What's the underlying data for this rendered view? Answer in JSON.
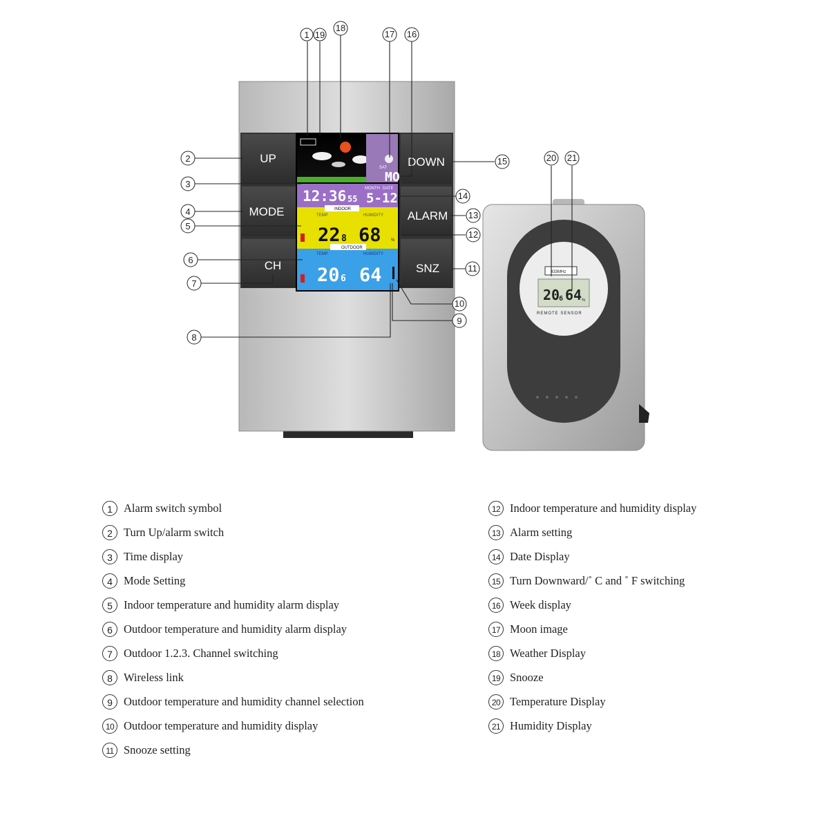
{
  "device": {
    "buttons": {
      "up": "UP",
      "mode": "MODE",
      "ch": "CH",
      "down": "DOWN",
      "alarm": "ALARM",
      "snz": "SNZ"
    },
    "screen": {
      "day": "SAT",
      "week_day": "MO",
      "time_main": "12:36",
      "time_sec": "55",
      "month_label": "MONTH",
      "date_label": "DATE",
      "date": "5-12",
      "indoor_label": "INDOOR",
      "outdoor_label": "OUTDOOR",
      "temp_label": "TEMP",
      "humidity_label": "HUMIDITY",
      "indoor_temp": "22",
      "indoor_temp_dec": "8",
      "indoor_humidity": "68",
      "percent": "%",
      "outdoor_temp": "20",
      "outdoor_temp_dec": "6",
      "outdoor_humidity": "64"
    }
  },
  "sensor": {
    "frequency": "433MHz",
    "temp": "20",
    "temp_dec": "6",
    "humidity": "64",
    "percent": "%",
    "label": "REMOTE SENSOR"
  },
  "callouts": [
    "1",
    "2",
    "3",
    "4",
    "5",
    "6",
    "7",
    "8",
    "9",
    "10",
    "11",
    "12",
    "13",
    "14",
    "15",
    "16",
    "17",
    "18",
    "19",
    "20",
    "21"
  ],
  "legend": [
    {
      "num": "1",
      "text": "Alarm switch symbol"
    },
    {
      "num": "2",
      "text": "Turn Up/alarm switch"
    },
    {
      "num": "3",
      "text": "Time display"
    },
    {
      "num": "4",
      "text": "Mode Setting"
    },
    {
      "num": "5",
      "text": "Indoor temperature and humidity alarm display"
    },
    {
      "num": "6",
      "text": "Outdoor temperature and humidity alarm display"
    },
    {
      "num": "7",
      "text": "Outdoor 1.2.3. Channel switching"
    },
    {
      "num": "8",
      "text": "Wireless link"
    },
    {
      "num": "9",
      "text": "Outdoor temperature and humidity channel selection"
    },
    {
      "num": "10",
      "text": "Outdoor temperature and humidity display"
    },
    {
      "num": "11",
      "text": "Snooze setting"
    },
    {
      "num": "12",
      "text": "Indoor temperature and humidity display"
    },
    {
      "num": "13",
      "text": "Alarm setting"
    },
    {
      "num": "14",
      "text": "Date Display"
    },
    {
      "num": "15",
      "text": "Turn Downward/˚ C and ˚ F switching"
    },
    {
      "num": "16",
      "text": "Week display"
    },
    {
      "num": "17",
      "text": "Moon image"
    },
    {
      "num": "18",
      "text": "Weather Display"
    },
    {
      "num": "19",
      "text": "Snooze"
    },
    {
      "num": "20",
      "text": "Temperature Display"
    },
    {
      "num": "21",
      "text": "Humidity Display"
    }
  ]
}
